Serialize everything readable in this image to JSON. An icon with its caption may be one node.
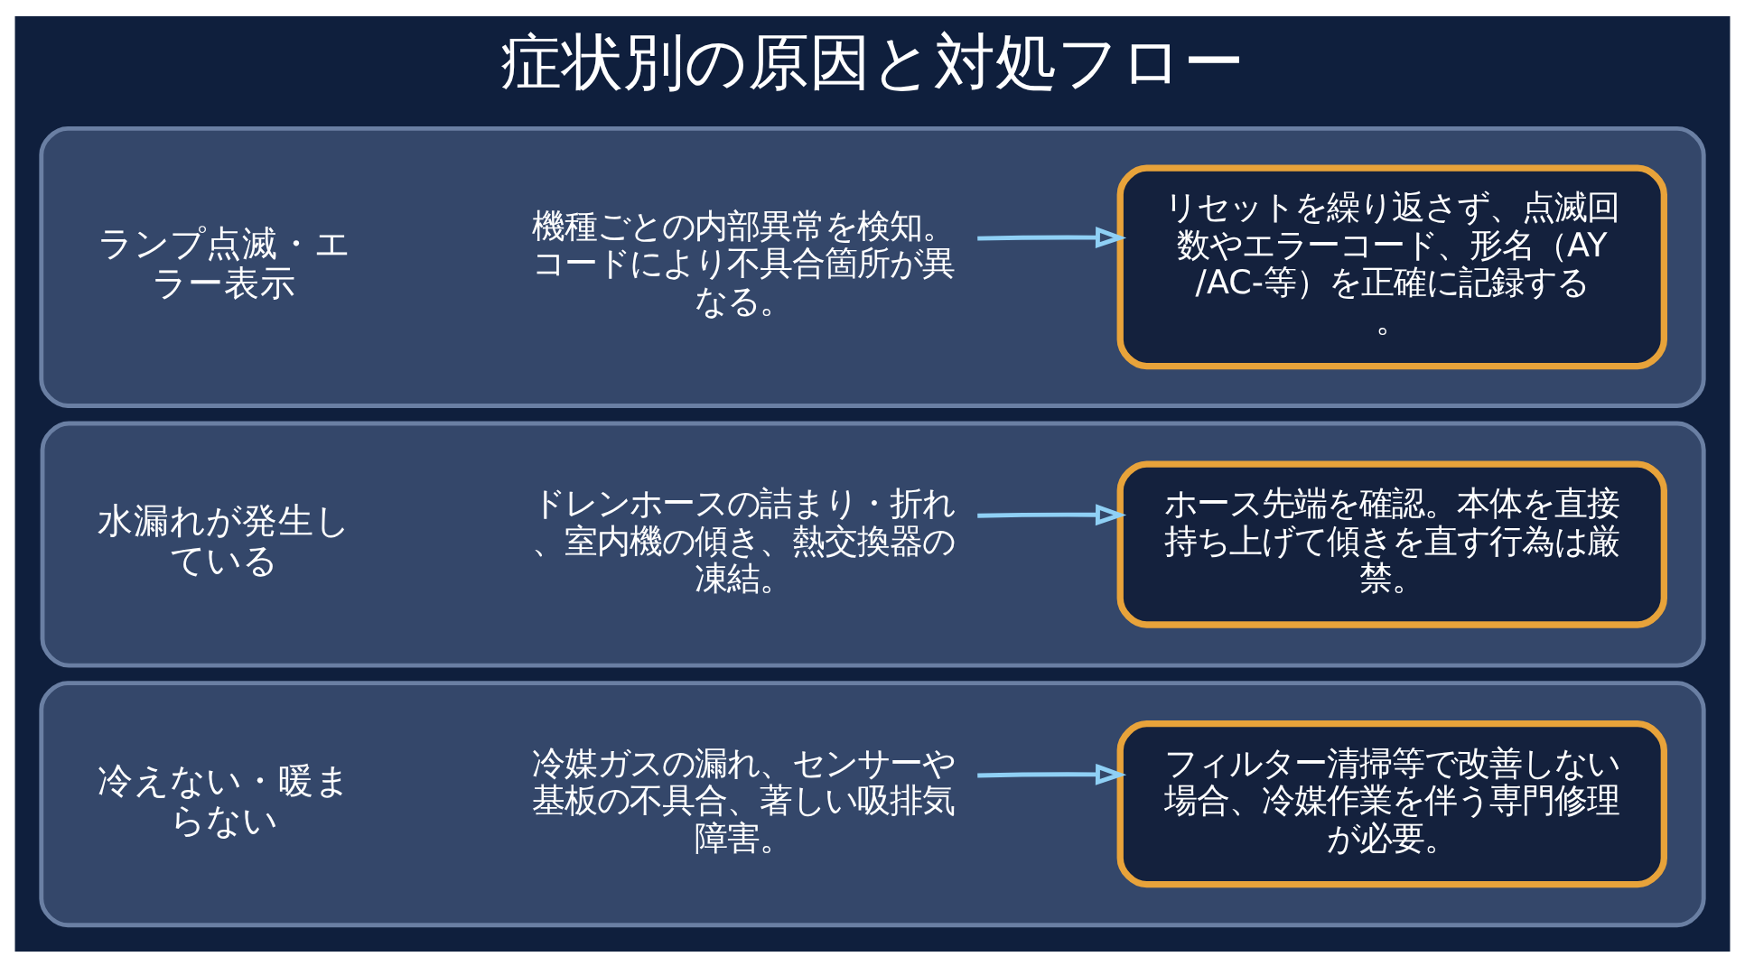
{
  "diagram": {
    "title": "症状別の原因と対処フロー",
    "nodes": [
      {
        "text": [],
        "shape": "box"
      },
      {
        "text": [
          "冷えない・暖まらない"
        ],
        "in": 0
      },
      {
        "text": [
          "冷媒ガスの漏れ、センサーや基板の不具合、著しい吸排気障害。"
        ],
        "in": 0
      },
      {
        "text": [
          "フィルター清掃等で改善しない場合、冷媒作業を伴う専門修理が必要。"
        ],
        "in": 0
      },
      {
        "text": [],
        "shape": "box"
      },
      {
        "text": [
          "水漏れが発生している"
        ],
        "in": 4
      },
      {
        "text": [
          "ドレンホースの詰まり・折れ、室内機の傾き、熱交換器の凍結。"
        ],
        "in": 4
      },
      {
        "text": [
          "ホース先端を確認。本体を直接持ち上げて傾きを直す行為は厳禁。"
        ],
        "in": 4
      },
      {
        "text": [],
        "shape": "box"
      },
      {
        "text": [
          "ランプ点滅・エラー表示"
        ],
        "in": 8
      },
      {
        "text": [
          "機種ごとの内部異常を検知。コードにより不具合箇所が異なる。"
        ],
        "in": 8
      },
      {
        "text": [
          "リセットを繰り返さず、点滅回数やエラーコード、形名（AY/AC-等）を正確に記録する。"
        ],
        "in": 8
      }
    ],
    "edges": [
      {
        "from": 2,
        "to": 3,
        "arrow": "to"
      },
      {
        "from": 6,
        "to": 7,
        "arrow": "to"
      },
      {
        "from": 10,
        "to": 11,
        "arrow": "to"
      }
    ]
  }
}
